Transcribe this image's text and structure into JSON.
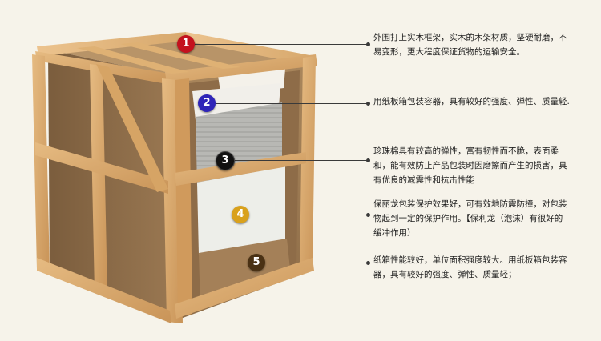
{
  "colors": {
    "marker_1": "#c4121e",
    "marker_2": "#2f25b8",
    "marker_3": "#111111",
    "marker_4": "#d9a11c",
    "marker_5": "#4a3114",
    "wood": "#d9ab72",
    "cardboard": "#9c7a55",
    "panel": "#f6f3ea"
  },
  "callouts": [
    {
      "number": "1",
      "text": "外围打上实木框架，实木的木架材质，坚硬耐磨，不易变形，更大程度保证货物的运输安全。"
    },
    {
      "number": "2",
      "text": "用纸板箱包装容器，具有较好的强度、弹性、质量轻."
    },
    {
      "number": "3",
      "text": "珍珠棉具有较高的弹性，富有韧性而不脆，表面柔和，能有效防止产品包装时因磨擦而产生的损害，具有优良的减震性和抗击性能"
    },
    {
      "number": "4",
      "text": "保丽龙包装保护效果好，可有效地防震防撞，对包装物起到一定的保护作用。【保利龙（泡沫）有很好的缓冲作用）"
    },
    {
      "number": "5",
      "text": "纸箱性能较好，单位面积强度较大。用纸板箱包装容器，具有较好的强度、弹性、质量轻；"
    }
  ]
}
